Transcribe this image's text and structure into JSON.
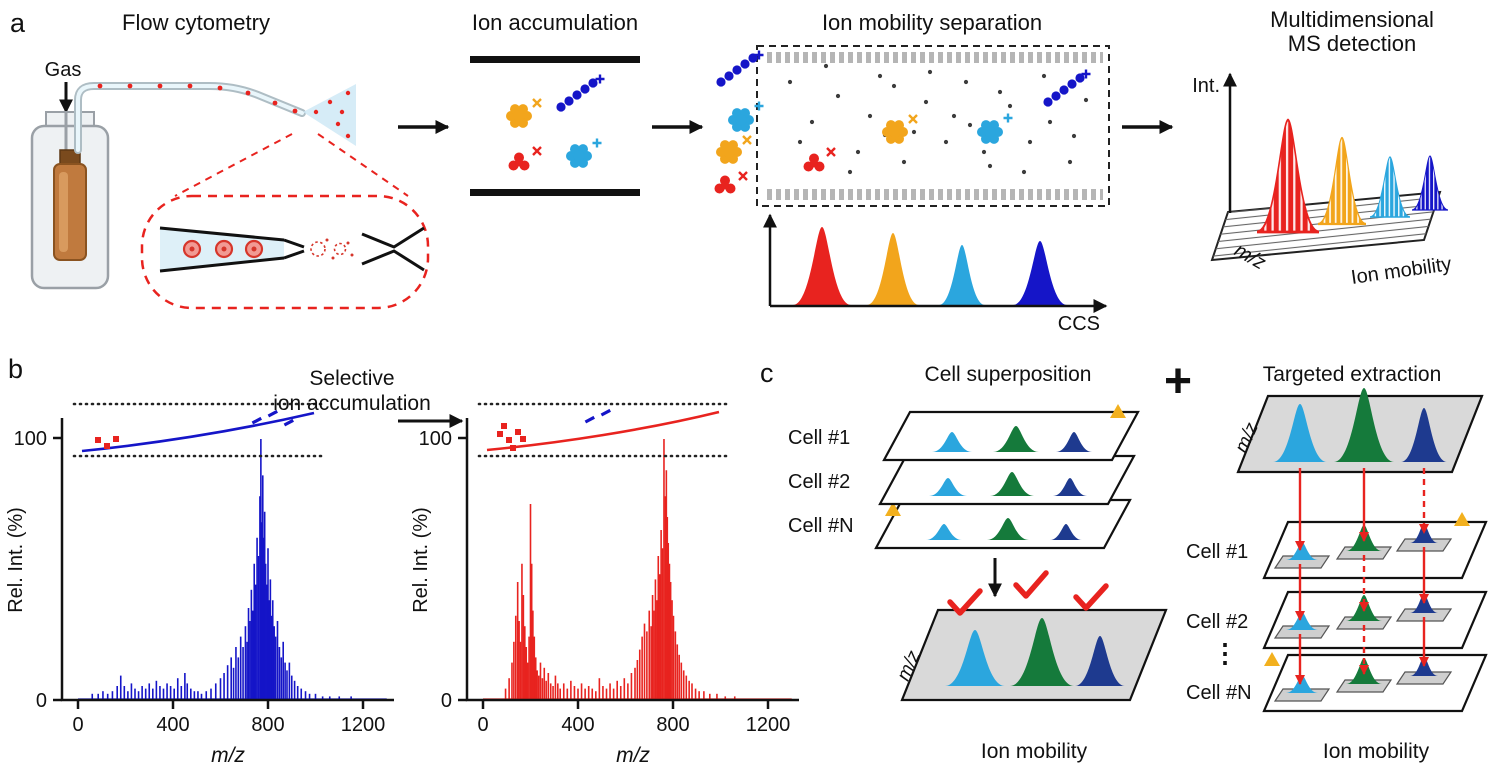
{
  "colors": {
    "red": "#e8231f",
    "orange": "#f2a51c",
    "light_blue": "#2ba6de",
    "dark_blue": "#1515c8",
    "navy": "#1e3a8f",
    "green": "#157a3b",
    "yellow": "#f2b01e",
    "gray_plane": "#d9d9d9",
    "ink": "#111111"
  },
  "panel_a": {
    "label": "a",
    "title_flow_cytometry": "Flow cytometry",
    "title_ion_accumulation": "Ion accumulation",
    "title_ion_mobility_separation": "Ion mobility separation",
    "title_ms_detection_line1": "Multidimensional",
    "title_ms_detection_line2": "MS detection",
    "gas_label": "Gas",
    "ccs_axis_label": "CCS",
    "intensity_axis_label": "Int.",
    "mz_axis_label": "m/z",
    "ion_mobility_axis_label": "Ion mobility"
  },
  "panel_b": {
    "label": "b",
    "caption_line1": "Selective",
    "caption_line2": "ion accumulation"
  },
  "panel_c": {
    "label": "c",
    "left_title": "Cell superposition",
    "plus_sign": "+",
    "right_title": "Targeted extraction",
    "stack_labels": [
      "Cell #1",
      "Cell #2",
      "Cell #N"
    ],
    "right_labels": [
      "Cell #1",
      "Cell #2",
      "Cell #N"
    ],
    "ellipsis": "⋮",
    "mz_label": "m/z",
    "ion_mobility_label": "Ion mobility"
  },
  "chart_data": [
    {
      "id": "mass_spectrum_before_selective_accumulation",
      "type": "bar",
      "title": "",
      "xlabel": "m/z",
      "ylabel": "Rel. Int. (%)",
      "xlim": [
        0,
        1300
      ],
      "ylim": [
        0,
        100
      ],
      "xticks": [
        0,
        400,
        800,
        1200
      ],
      "yticks": [
        0,
        100
      ],
      "color": "#1515c8",
      "peaks": [
        [
          60,
          2
        ],
        [
          85,
          2
        ],
        [
          105,
          3
        ],
        [
          125,
          2
        ],
        [
          145,
          3
        ],
        [
          165,
          5
        ],
        [
          180,
          9
        ],
        [
          195,
          5
        ],
        [
          210,
          3
        ],
        [
          225,
          6
        ],
        [
          240,
          4
        ],
        [
          255,
          3
        ],
        [
          270,
          5
        ],
        [
          285,
          4
        ],
        [
          300,
          6
        ],
        [
          315,
          4
        ],
        [
          330,
          7
        ],
        [
          345,
          5
        ],
        [
          360,
          4
        ],
        [
          375,
          6
        ],
        [
          390,
          5
        ],
        [
          405,
          4
        ],
        [
          420,
          8
        ],
        [
          435,
          5
        ],
        [
          450,
          10
        ],
        [
          460,
          6
        ],
        [
          475,
          4
        ],
        [
          490,
          3
        ],
        [
          505,
          3
        ],
        [
          520,
          2
        ],
        [
          540,
          3
        ],
        [
          560,
          4
        ],
        [
          580,
          6
        ],
        [
          600,
          8
        ],
        [
          615,
          10
        ],
        [
          630,
          13
        ],
        [
          645,
          16
        ],
        [
          655,
          12
        ],
        [
          665,
          20
        ],
        [
          675,
          16
        ],
        [
          685,
          24
        ],
        [
          695,
          20
        ],
        [
          705,
          28
        ],
        [
          712,
          22
        ],
        [
          718,
          35
        ],
        [
          724,
          30
        ],
        [
          730,
          42
        ],
        [
          736,
          34
        ],
        [
          742,
          52
        ],
        [
          748,
          44
        ],
        [
          754,
          62
        ],
        [
          760,
          55
        ],
        [
          766,
          78
        ],
        [
          770,
          100
        ],
        [
          774,
          68
        ],
        [
          778,
          86
        ],
        [
          782,
          62
        ],
        [
          786,
          72
        ],
        [
          790,
          52
        ],
        [
          795,
          44
        ],
        [
          800,
          58
        ],
        [
          805,
          38
        ],
        [
          810,
          46
        ],
        [
          815,
          32
        ],
        [
          820,
          38
        ],
        [
          826,
          28
        ],
        [
          832,
          24
        ],
        [
          840,
          30
        ],
        [
          848,
          20
        ],
        [
          856,
          16
        ],
        [
          864,
          22
        ],
        [
          872,
          14
        ],
        [
          880,
          11
        ],
        [
          890,
          14
        ],
        [
          900,
          9
        ],
        [
          912,
          7
        ],
        [
          925,
          5
        ],
        [
          940,
          4
        ],
        [
          958,
          3
        ],
        [
          975,
          2
        ],
        [
          1000,
          2
        ],
        [
          1030,
          1
        ],
        [
          1060,
          1
        ],
        [
          1100,
          1
        ],
        [
          1150,
          1
        ]
      ]
    },
    {
      "id": "mass_spectrum_after_selective_accumulation",
      "type": "bar",
      "title": "",
      "xlabel": "m/z",
      "ylabel": "Rel. Int. (%)",
      "xlim": [
        0,
        1300
      ],
      "ylim": [
        0,
        100
      ],
      "xticks": [
        0,
        400,
        800,
        1200
      ],
      "yticks": [
        0,
        100
      ],
      "color": "#e8231f",
      "peaks": [
        [
          95,
          4
        ],
        [
          110,
          8
        ],
        [
          122,
          14
        ],
        [
          130,
          22
        ],
        [
          138,
          32
        ],
        [
          146,
          45
        ],
        [
          152,
          30
        ],
        [
          158,
          22
        ],
        [
          164,
          52
        ],
        [
          170,
          40
        ],
        [
          176,
          28
        ],
        [
          182,
          20
        ],
        [
          188,
          14
        ],
        [
          194,
          24
        ],
        [
          200,
          75
        ],
        [
          205,
          52
        ],
        [
          210,
          34
        ],
        [
          216,
          24
        ],
        [
          222,
          16
        ],
        [
          228,
          11
        ],
        [
          235,
          9
        ],
        [
          242,
          14
        ],
        [
          250,
          8
        ],
        [
          258,
          12
        ],
        [
          266,
          7
        ],
        [
          275,
          10
        ],
        [
          285,
          6
        ],
        [
          295,
          5
        ],
        [
          305,
          9
        ],
        [
          315,
          6
        ],
        [
          325,
          4
        ],
        [
          340,
          6
        ],
        [
          355,
          4
        ],
        [
          370,
          7
        ],
        [
          385,
          5
        ],
        [
          400,
          4
        ],
        [
          415,
          6
        ],
        [
          430,
          4
        ],
        [
          445,
          5
        ],
        [
          460,
          4
        ],
        [
          475,
          3
        ],
        [
          490,
          8
        ],
        [
          505,
          5
        ],
        [
          520,
          4
        ],
        [
          535,
          6
        ],
        [
          550,
          4
        ],
        [
          565,
          7
        ],
        [
          580,
          5
        ],
        [
          595,
          8
        ],
        [
          610,
          6
        ],
        [
          625,
          10
        ],
        [
          640,
          12
        ],
        [
          650,
          15
        ],
        [
          660,
          19
        ],
        [
          670,
          24
        ],
        [
          680,
          29
        ],
        [
          690,
          26
        ],
        [
          700,
          34
        ],
        [
          708,
          28
        ],
        [
          714,
          40
        ],
        [
          720,
          34
        ],
        [
          726,
          46
        ],
        [
          732,
          38
        ],
        [
          738,
          55
        ],
        [
          744,
          48
        ],
        [
          750,
          65
        ],
        [
          756,
          58
        ],
        [
          762,
          100
        ],
        [
          768,
          78
        ],
        [
          772,
          88
        ],
        [
          776,
          70
        ],
        [
          780,
          60
        ],
        [
          785,
          52
        ],
        [
          790,
          45
        ],
        [
          796,
          38
        ],
        [
          802,
          32
        ],
        [
          810,
          26
        ],
        [
          818,
          21
        ],
        [
          826,
          17
        ],
        [
          835,
          14
        ],
        [
          845,
          11
        ],
        [
          856,
          9
        ],
        [
          868,
          7
        ],
        [
          880,
          6
        ],
        [
          895,
          4
        ],
        [
          910,
          3
        ],
        [
          930,
          3
        ],
        [
          955,
          2
        ],
        [
          985,
          2
        ],
        [
          1020,
          1
        ],
        [
          1060,
          1
        ]
      ]
    },
    {
      "id": "ccs_separation_profile",
      "type": "area",
      "xlabel": "CCS",
      "ylabel": "",
      "series": [
        {
          "name": "red ions",
          "peak_order": 1,
          "relative_height": 1.0
        },
        {
          "name": "orange ions",
          "peak_order": 2,
          "relative_height": 0.92
        },
        {
          "name": "light blue ions",
          "peak_order": 3,
          "relative_height": 0.77
        },
        {
          "name": "dark blue ions",
          "peak_order": 4,
          "relative_height": 0.82
        }
      ]
    },
    {
      "id": "multidimensional_ms_detection",
      "type": "area",
      "xlabel": "Ion mobility",
      "ylabel": "m/z",
      "zlabel": "Int.",
      "series": [
        {
          "name": "red ions",
          "peak_order": 1,
          "relative_height": 1.0
        },
        {
          "name": "orange ions",
          "peak_order": 2,
          "relative_height": 0.77
        },
        {
          "name": "light blue ions",
          "peak_order": 3,
          "relative_height": 0.54
        },
        {
          "name": "dark blue ions",
          "peak_order": 4,
          "relative_height": 0.48
        }
      ]
    }
  ]
}
